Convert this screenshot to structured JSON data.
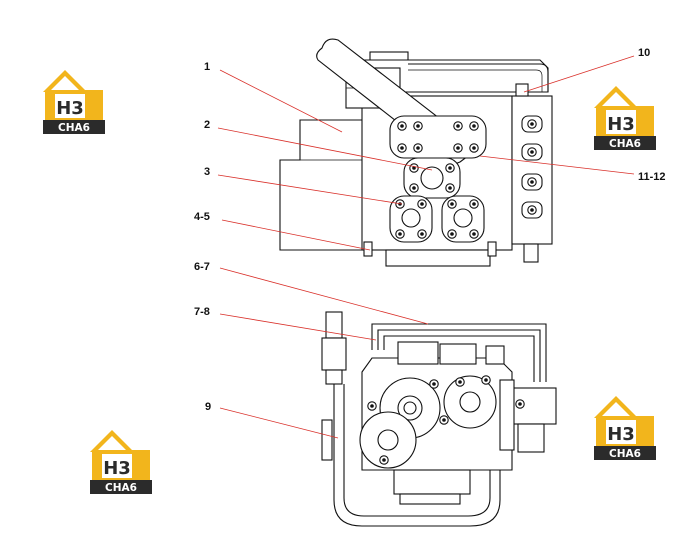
{
  "callouts": [
    {
      "id": "1",
      "label": "1"
    },
    {
      "id": "2",
      "label": "2"
    },
    {
      "id": "3",
      "label": "3"
    },
    {
      "id": "4-5",
      "label": "4-5"
    },
    {
      "id": "6-7",
      "label": "6-7"
    },
    {
      "id": "7-8",
      "label": "7-8"
    },
    {
      "id": "9",
      "label": "9"
    },
    {
      "id": "10",
      "label": "10"
    },
    {
      "id": "11-12",
      "label": "11-12"
    }
  ],
  "watermark": {
    "top_text": "H3",
    "bottom_text": "CHA6",
    "colors": {
      "yellow": "#f2b51c",
      "dark": "#2b2b2b",
      "white": "#ffffff"
    }
  },
  "colors": {
    "leader_line": "#d9302a",
    "drawing": "#111111",
    "background": "#ffffff"
  }
}
